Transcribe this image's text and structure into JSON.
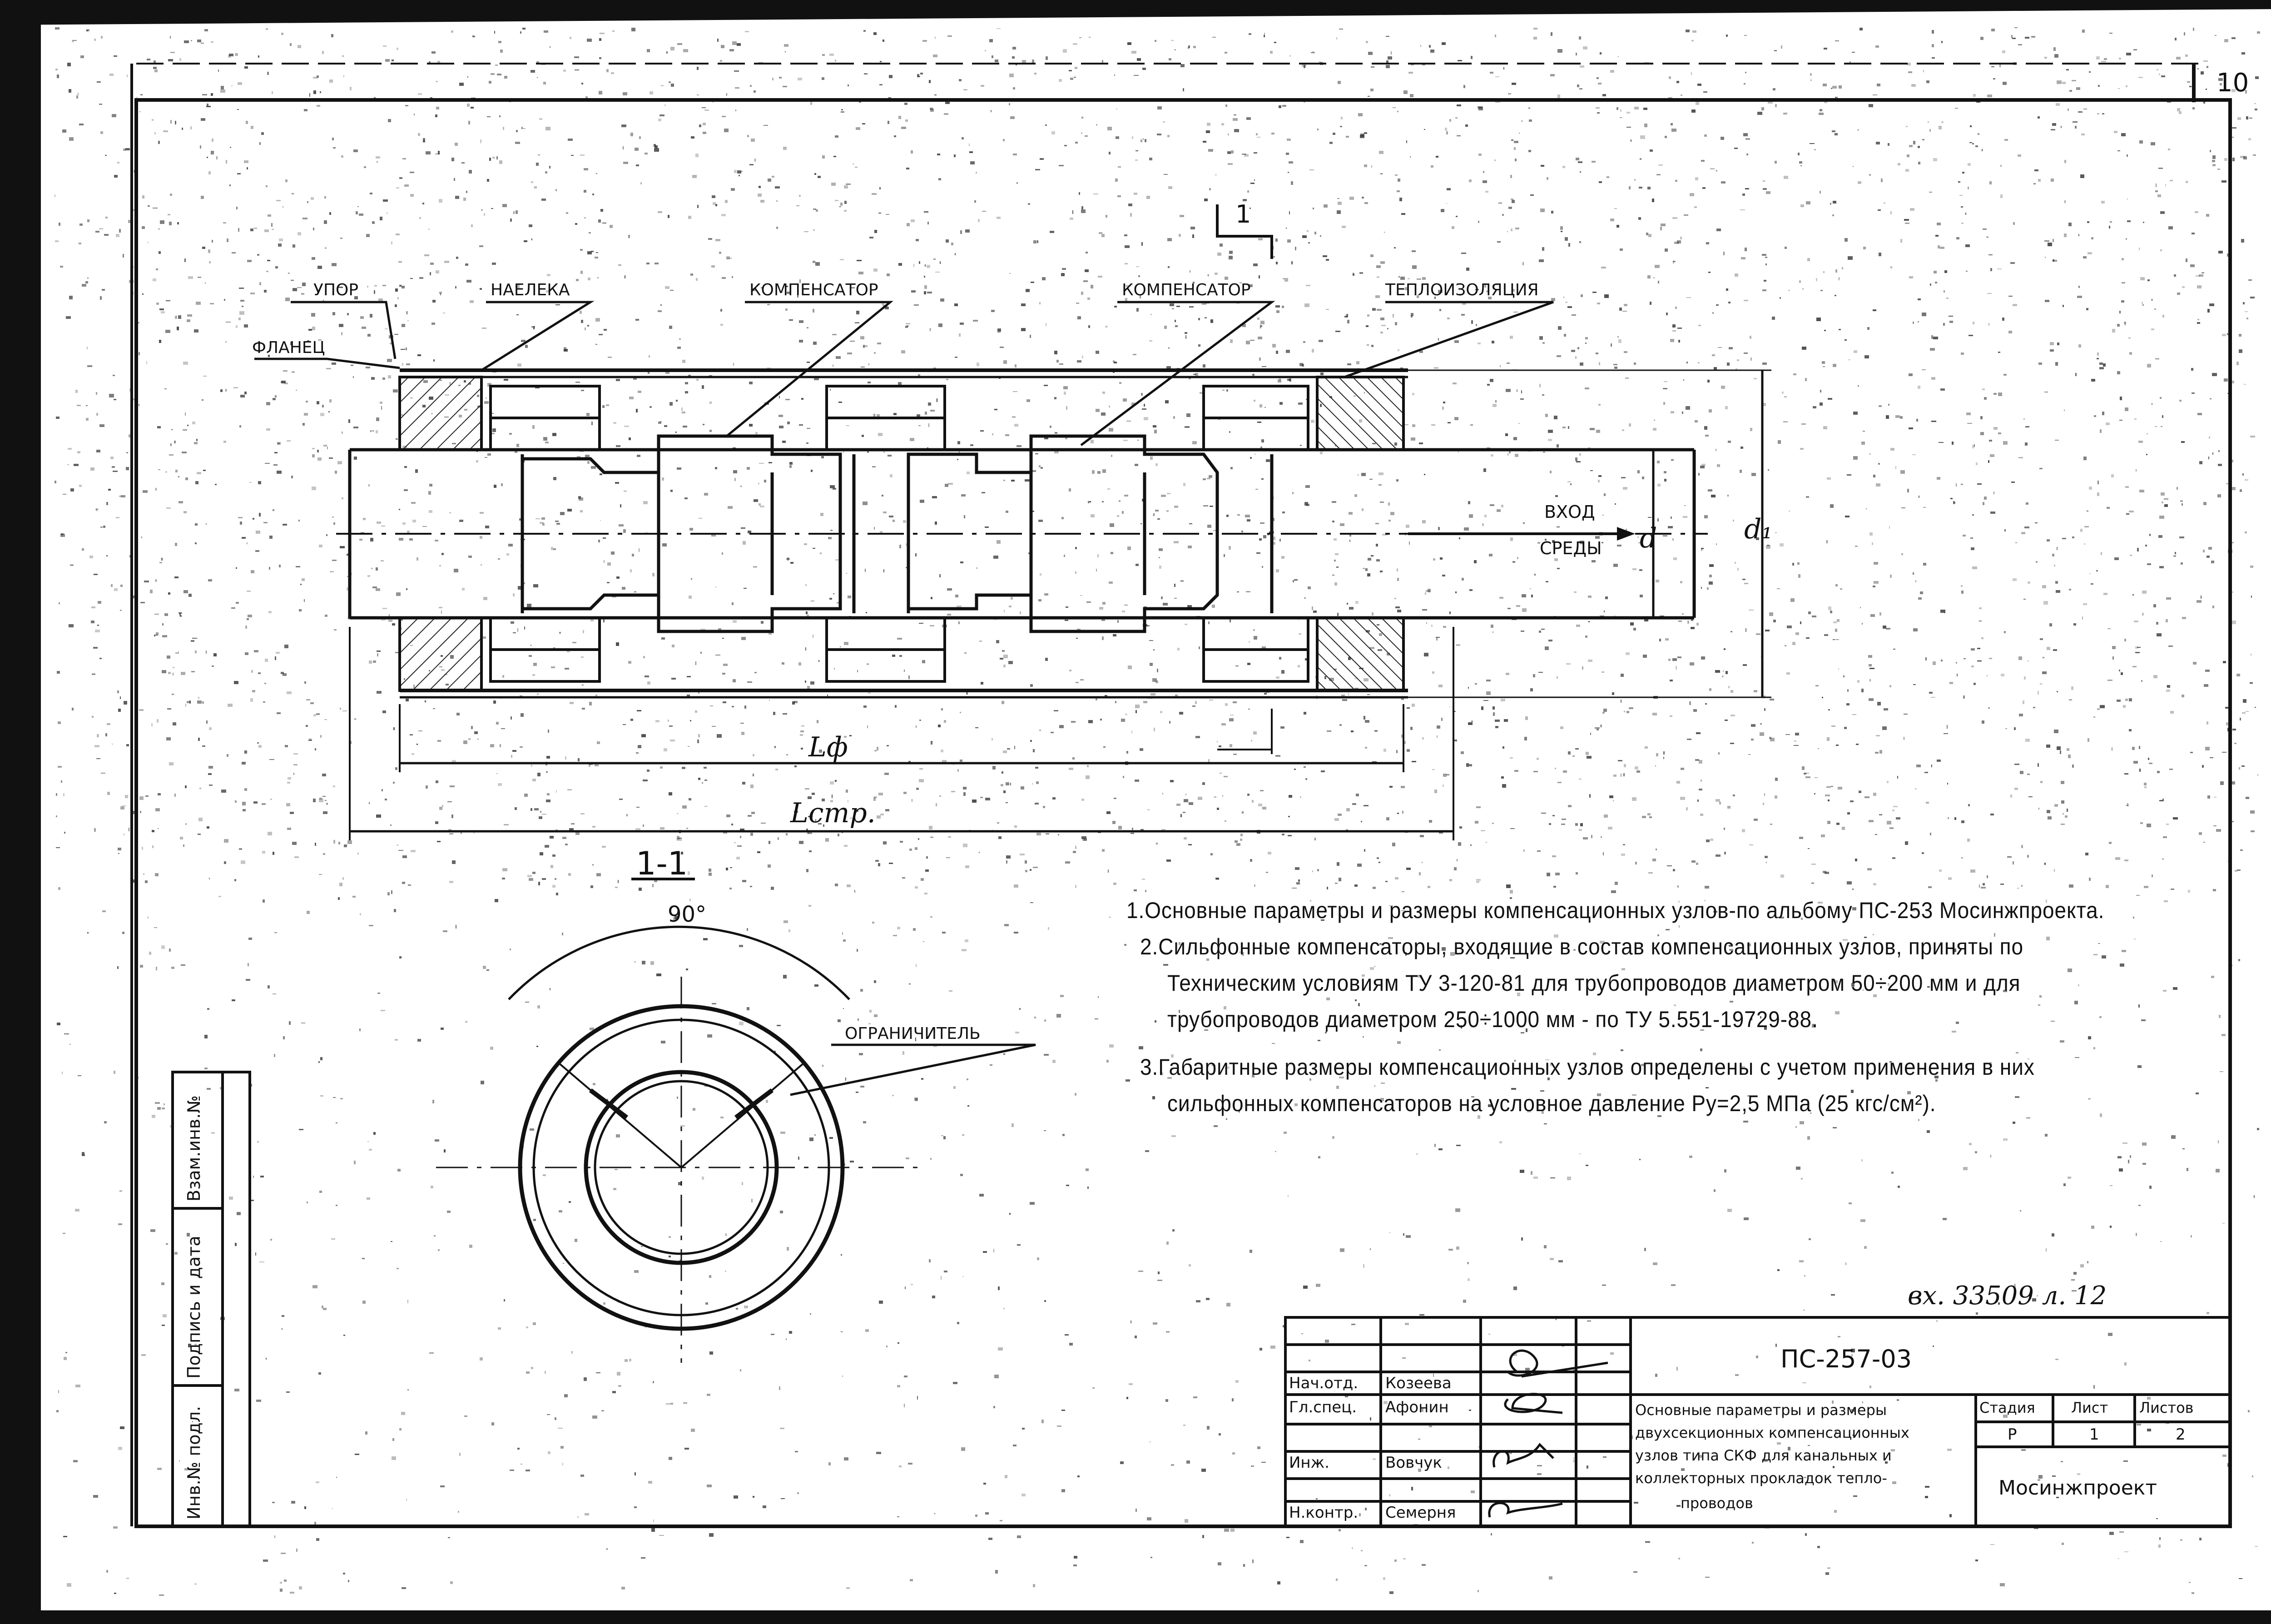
{
  "sheet_number": "10",
  "section_mark": "1",
  "callouts": {
    "stop": "УПОР",
    "flange": "ФЛАНЕЦ",
    "coupling": "НАЕЛЕКА",
    "compensator_1": "КОМПЕНСАТОР",
    "compensator_2": "КОМПЕНСАТОР",
    "insulation": "ТЕПЛОИЗОЛЯЦИЯ",
    "limiter": "ОГРАНИЧИТЕЛЬ"
  },
  "flow_label_line1": "ВХОД",
  "flow_label_line2": "СРЕДЫ",
  "dimensions": {
    "d_inner": "d",
    "d_outer": "d₁",
    "length_compensator": "Lф",
    "length_structure": "Lстр."
  },
  "section_title": "1-1",
  "angle_label": "90°",
  "notes": [
    "1.Основные параметры и размеры компенсационных узлов-по альбому ПС-253 Мосинжпроекта.",
    "2.Сильфонные компенсаторы, входящие в состав компенсационных узлов, приняты по",
    "Техническим условиям ТУ 3-120-81 для трубопроводов диаметром 50÷200 мм и для",
    "трубопроводов диаметром 250÷1000 мм - по ТУ 5.551-19729-88.",
    "3.Габаритные размеры компенсационных узлов определены с учетом применения в них",
    "сильфонных компенсаторов на условное давление Ру=2,5 МПа (25 кгс/см²)."
  ],
  "handwritten_ref": "вх. 33509 л. 12",
  "side_stamp": {
    "col1": "Инв.№ подл.",
    "col2": "Подпись и дата",
    "col3": "Взам.инв.№"
  },
  "title_block": {
    "doc_code": "ПС-257-03",
    "description": [
      "Основные параметры и размеры",
      "двухсекционных компенсационных",
      "узлов типа СКФ для канальных и",
      "коллекторных прокладок тепло-",
      "проводов"
    ],
    "staff": [
      {
        "role": "Нач.отд.",
        "name": "Козеева"
      },
      {
        "role": "Гл.спец.",
        "name": "Афонин"
      },
      {
        "role": "Инж.",
        "name": "Вовчук"
      },
      {
        "role": "Н.контр.",
        "name": "Семерня"
      }
    ],
    "headers": {
      "stage": "Стадия",
      "sheet": "Лист",
      "sheets": "Листов"
    },
    "values": {
      "stage": "Р",
      "sheet": "1",
      "sheets": "2"
    },
    "organization": "Мосинжпроект"
  }
}
